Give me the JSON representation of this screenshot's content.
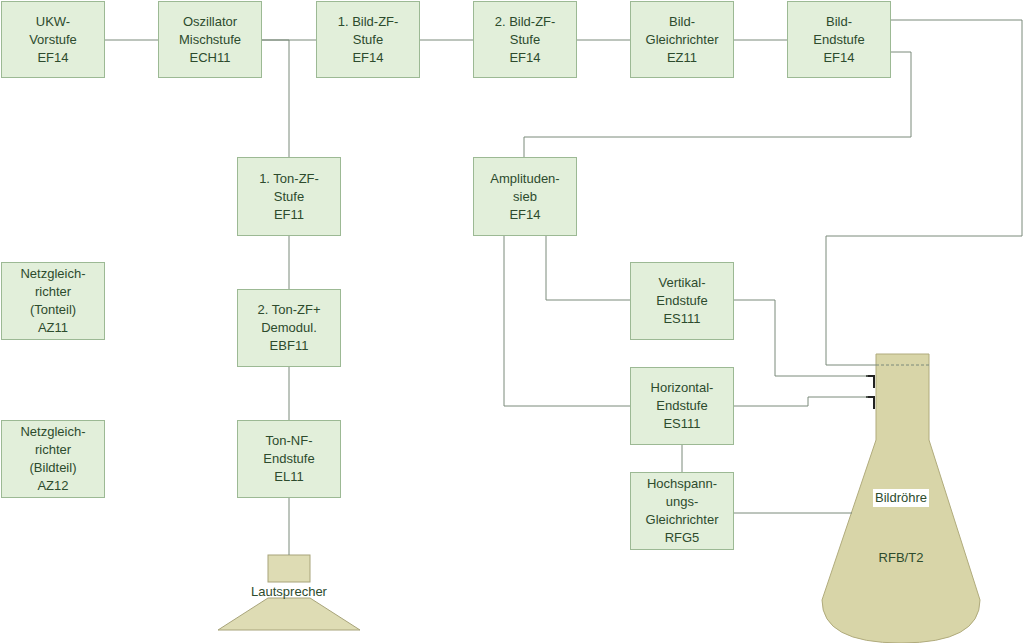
{
  "diagram": {
    "nodes": [
      {
        "text": [
          "UKW- Vorstufe EF14"
        ]
      },
      {
        "text": [
          "Oszillator Mischstufe ECH11"
        ]
      },
      {
        "text": [
          "1. Bild-ZF- Stufe EF14"
        ]
      },
      {
        "text": [
          "2. Bild-ZF- Stufe EF14"
        ]
      },
      {
        "text": [
          "Bild- Gleichrichter EZ11"
        ]
      },
      {
        "text": [
          "Bild- Endstufe EF14"
        ]
      },
      {
        "text": [
          "1. Ton-ZF- Stufe EF11"
        ]
      },
      {
        "text": [
          "Amplituden- sieb EF14"
        ]
      },
      {
        "text": [
          "Netzgleich- richter (Tonteil) AZ11"
        ]
      },
      {
        "text": [
          "Vertikal- Endstufe ES111"
        ]
      },
      {
        "text": [
          "2. Ton-ZF+ Demodul. EBF11"
        ]
      },
      {
        "text": [
          "Horizontal- Endstufe ES111"
        ]
      },
      {
        "text": [
          "Netzgleich- richter (Bildteil) AZ12"
        ]
      },
      {
        "text": [
          "Ton-NF- Endstufe EL11"
        ]
      },
      {
        "text": [
          "Hochspann- ungs- Gleichrichter RFG5"
        ]
      },
      {
        "text": [
          "Bildröhre",
          "RFB/T2"
        ]
      },
      {
        "text": [
          "Lautsprecher"
        ]
      }
    ],
    "edges": [
      {
        "from": 0,
        "to": 1,
        "arrow": "none"
      },
      {
        "from": 1,
        "to": 2,
        "arrow": "none"
      },
      {
        "from": 1,
        "to": 6,
        "arrow": "none"
      },
      {
        "from": 2,
        "to": 3,
        "arrow": "none"
      },
      {
        "from": 3,
        "to": 4,
        "arrow": "none"
      },
      {
        "from": 4,
        "to": 5,
        "arrow": "none"
      },
      {
        "from": 5,
        "to": 7,
        "arrow": "none"
      },
      {
        "from": 5,
        "to": 15,
        "arrow": "none"
      },
      {
        "from": 6,
        "to": 10,
        "arrow": "none"
      },
      {
        "from": 10,
        "to": 13,
        "arrow": "none"
      },
      {
        "from": 13,
        "to": 16,
        "arrow": "none"
      },
      {
        "from": 7,
        "to": 9,
        "arrow": "none"
      },
      {
        "from": 7,
        "to": 11,
        "arrow": "none"
      },
      {
        "from": 9,
        "to": 15,
        "arrow": "none"
      },
      {
        "from": 11,
        "to": 15,
        "arrow": "none"
      },
      {
        "from": 11,
        "to": 14,
        "arrow": "none"
      },
      {
        "from": 14,
        "to": 15,
        "arrow": "none"
      }
    ]
  }
}
